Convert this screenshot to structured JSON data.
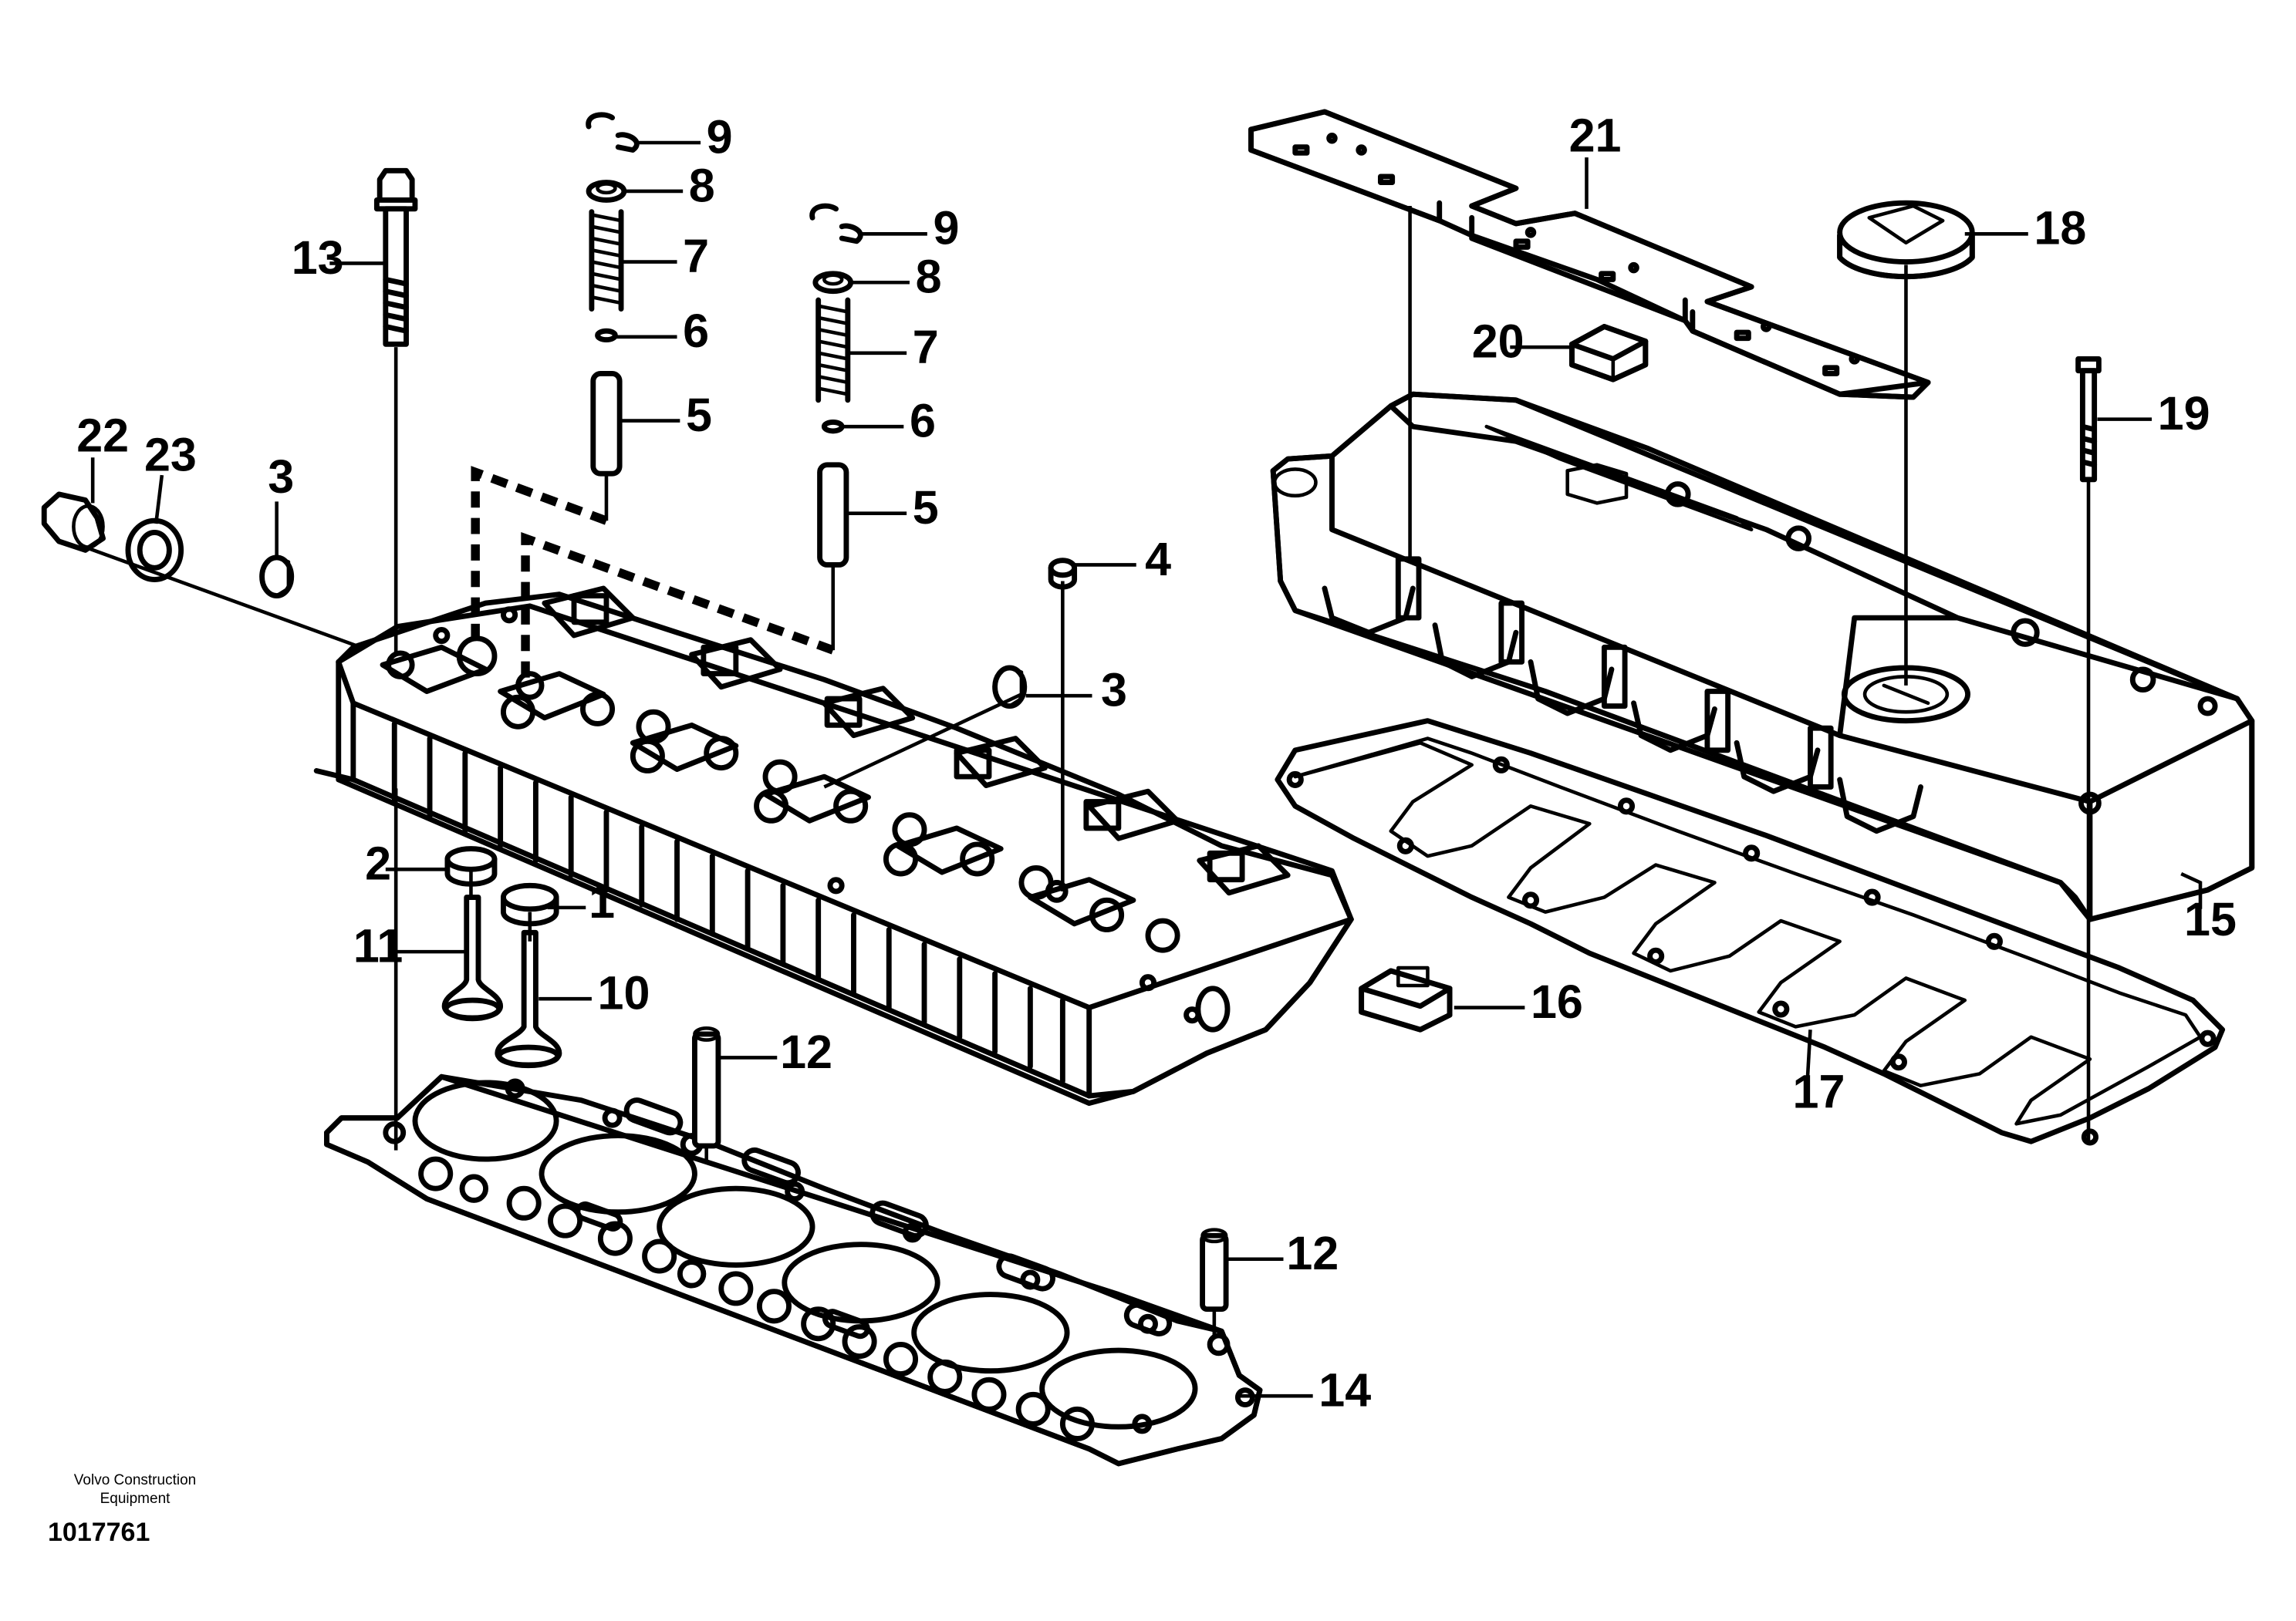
{
  "caption": {
    "brand_line1": "Volvo Construction",
    "brand_line2": "Equipment",
    "drawing_number": "1017761"
  },
  "callouts": [
    {
      "id": "1",
      "part": "valve-seal-exhaust"
    },
    {
      "id": "2",
      "part": "valve-seal-intake"
    },
    {
      "id": "3",
      "part": "expansion-plug"
    },
    {
      "id": "3",
      "part": "expansion-plug"
    },
    {
      "id": "4",
      "part": "sealing-sleeve"
    },
    {
      "id": "5",
      "part": "valve-guide"
    },
    {
      "id": "5",
      "part": "valve-guide"
    },
    {
      "id": "6",
      "part": "o-ring"
    },
    {
      "id": "6",
      "part": "o-ring"
    },
    {
      "id": "7",
      "part": "valve-spring"
    },
    {
      "id": "7",
      "part": "valve-spring"
    },
    {
      "id": "8",
      "part": "spring-retainer"
    },
    {
      "id": "8",
      "part": "spring-retainer"
    },
    {
      "id": "9",
      "part": "valve-collet"
    },
    {
      "id": "9",
      "part": "valve-collet"
    },
    {
      "id": "10",
      "part": "exhaust-valve"
    },
    {
      "id": "11",
      "part": "intake-valve"
    },
    {
      "id": "12",
      "part": "dowel-pin"
    },
    {
      "id": "12",
      "part": "dowel-pin"
    },
    {
      "id": "13",
      "part": "cylinder-head-bolt"
    },
    {
      "id": "14",
      "part": "cylinder-head-gasket"
    },
    {
      "id": "15",
      "part": "valve-cover"
    },
    {
      "id": "16",
      "part": "cable-clamp"
    },
    {
      "id": "17",
      "part": "valve-cover-gasket"
    },
    {
      "id": "18",
      "part": "oil-filler-cap"
    },
    {
      "id": "19",
      "part": "valve-cover-bolt"
    },
    {
      "id": "20",
      "part": "clip"
    },
    {
      "id": "21",
      "part": "cable-harness-bracket"
    },
    {
      "id": "22",
      "part": "plug"
    },
    {
      "id": "23",
      "part": "sealing-washer"
    }
  ]
}
